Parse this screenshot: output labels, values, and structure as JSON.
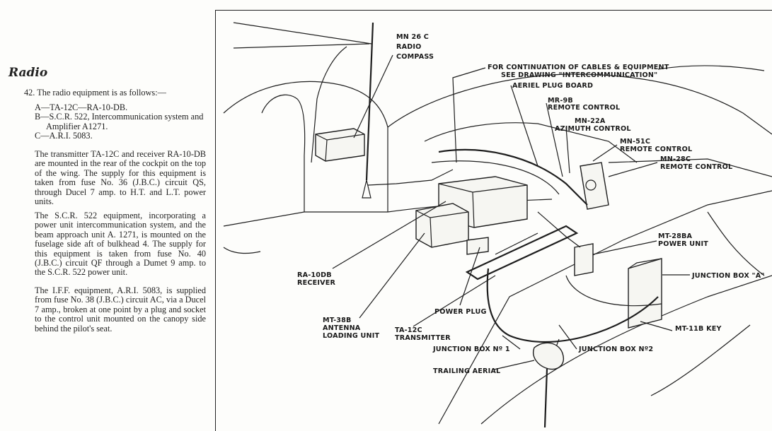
{
  "section": {
    "heading": "Radio",
    "intro": "42. The radio equipment is as follows:—",
    "items": [
      "A—TA-12C—RA-10-DB.",
      "B—S.C.R. 522, Intercommunication system and Amplifier A1271.",
      "C—A.R.I. 5083."
    ],
    "paragraphs": [
      "The transmitter TA-12C and receiver RA-10-DB are mounted in the rear of the cockpit on the top of the wing. The supply for this equipment is taken from fuse No. 36 (J.B.C.) circuit QS, through Ducel 7 amp. to H.T. and L.T. power units.",
      "The S.C.R. 522 equipment, incorporating a power unit intercommunication system, and the beam approach unit A. 1271, is mounted on the fuselage side aft of bulkhead 4. The supply for this equipment is taken from fuse No. 40 (J.B.C.) circuit QF through a Dumet 9 amp. to the S.C.R. 522 power unit.",
      "The I.F.F. equipment, A.R.I. 5083, is supplied from fuse No. 38 (J.B.C.) circuit AC, via a Ducel 7 amp., broken at one point by a plug and socket to the control unit mounted on the canopy side behind the pilot's seat."
    ]
  },
  "diagram": {
    "labels": {
      "mn26c": [
        "MN 26 C",
        "RADIO",
        "COMPASS"
      ],
      "continuation": [
        "FOR CONTINUATION OF CABLES & EQUIPMENT",
        "SEE DRAWING \"INTERCOMMUNICATION\""
      ],
      "aerial_plug": "AERIEL PLUG BOARD",
      "mr9b": [
        "MR-9B",
        "REMOTE CONTROL"
      ],
      "mn22a": [
        "MN-22A",
        "AZIMUTH CONTROL"
      ],
      "mn51c": [
        "MN-51C",
        "REMOTE CONTROL"
      ],
      "mn28c": [
        "MN-28C",
        "REMOTE CONTROL"
      ],
      "mt28ba": [
        "MT-28BA",
        "POWER UNIT"
      ],
      "junction_a": "JUNCTION BOX \"A\"",
      "mt11b": "MT-11B KEY",
      "ra10db": [
        "RA-10DB",
        "RECEIVER"
      ],
      "power_plug": "POWER PLUG",
      "mt38b": [
        "MT-38B",
        "ANTENNA",
        "LOADING UNIT"
      ],
      "ta12c": [
        "TA-12C",
        "TRANSMITTER"
      ],
      "jb1": "JUNCTION BOX Nº 1",
      "jb2": "JUNCTION BOX Nº2",
      "trailing": "TRAILING AERIAL"
    }
  }
}
